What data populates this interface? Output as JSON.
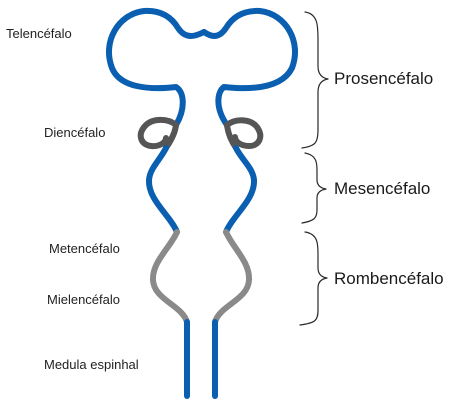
{
  "colors": {
    "prosencephalon_tube": "#0a5fb0",
    "diencephalon_tube": "#555555",
    "mesencephalon_tube": "#0a5fb0",
    "rhombencephalon_tube": "#8a8a8a",
    "spinal_tube": "#0a5fb0",
    "brace": "#2a2a2a",
    "text": "#222222"
  },
  "labels": {
    "telencefalo": "Telencéfalo",
    "diencefalo": "Diencéfalo",
    "metencefalo": "Metencéfalo",
    "mielencefalo": "Mielencéfalo",
    "medula": "Medula espinhal"
  },
  "regions": {
    "prosencefalo": "Prosencéfalo",
    "mesencefalo": "Mesencéfalo",
    "rombencefalo": "Rombencéfalo"
  }
}
